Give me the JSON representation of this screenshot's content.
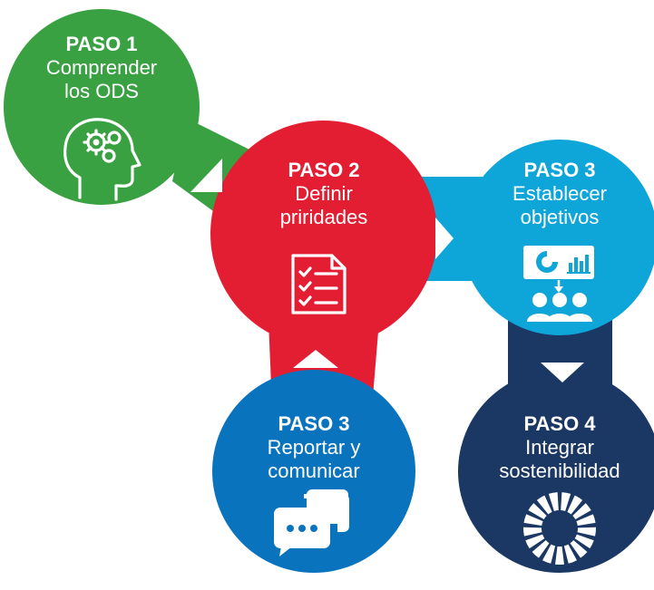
{
  "colors": {
    "step1": "#3aa142",
    "step2": "#e41e32",
    "step3a": "#0ea5d9",
    "step3b": "#0a73bd",
    "step4": "#1b3763",
    "arrow": "#ffffff"
  },
  "steps": [
    {
      "id": "step-1",
      "title": "PASO 1",
      "line1": "Comprender",
      "line2": "los ODS",
      "icon": "head-gears-icon",
      "color": "#3aa142"
    },
    {
      "id": "step-2",
      "title": "PASO 2",
      "line1": "Definir",
      "line2": "priridades",
      "icon": "checklist-icon",
      "color": "#e41e32"
    },
    {
      "id": "step-3a",
      "title": "PASO 3",
      "line1": "Establecer",
      "line2": "objetivos",
      "icon": "presentation-icon",
      "color": "#0ea5d9"
    },
    {
      "id": "step-3b",
      "title": "PASO 3",
      "line1": "Reportar y",
      "line2": "comunicar",
      "icon": "chat-bubbles-icon",
      "color": "#0a73bd"
    },
    {
      "id": "step-4",
      "title": "PASO 4",
      "line1": "Integrar",
      "line2": "sostenibilidad",
      "icon": "sdg-wheel-icon",
      "color": "#1b3763"
    }
  ]
}
